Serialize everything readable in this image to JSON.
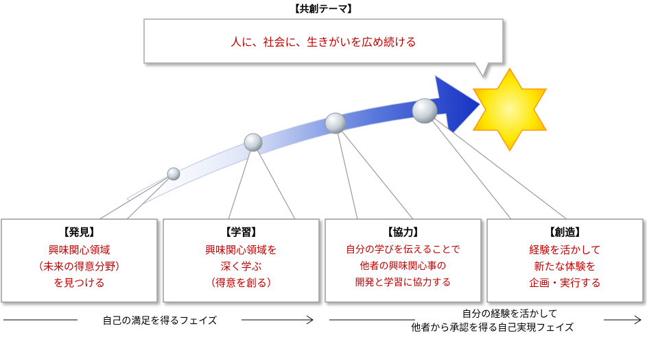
{
  "theme": {
    "heading": "【共創テーマ】",
    "text": "人に、社会に、生きがいを広め続ける"
  },
  "phases": [
    {
      "title": "【発見】",
      "lines": [
        "興味関心領域",
        "（未来の得意分野）",
        "を見つける"
      ]
    },
    {
      "title": "【学習】",
      "lines": [
        "興味関心領域を",
        "深く学ぶ",
        "（得意を創る）"
      ]
    },
    {
      "title": "【協力】",
      "lines": [
        "自分の学びを伝えることで",
        "他者の興味関心事の",
        "開発と学習に協力する"
      ]
    },
    {
      "title": "【創造】",
      "lines": [
        "経験を活かして",
        "新たな体験を",
        "企画・実行する"
      ]
    }
  ],
  "footer": {
    "left": "自己の満足を得るフェイズ",
    "right_line1": "自分の経験を活かして",
    "right_line2": "他者から承認を得る自己実現フェイズ"
  },
  "colors": {
    "text_red": "#c00000",
    "arrow_dark": "#1a3cc8",
    "arrow_light": "#eef2fb",
    "star_fill": "#ffe600",
    "star_edge": "#ff9900"
  }
}
